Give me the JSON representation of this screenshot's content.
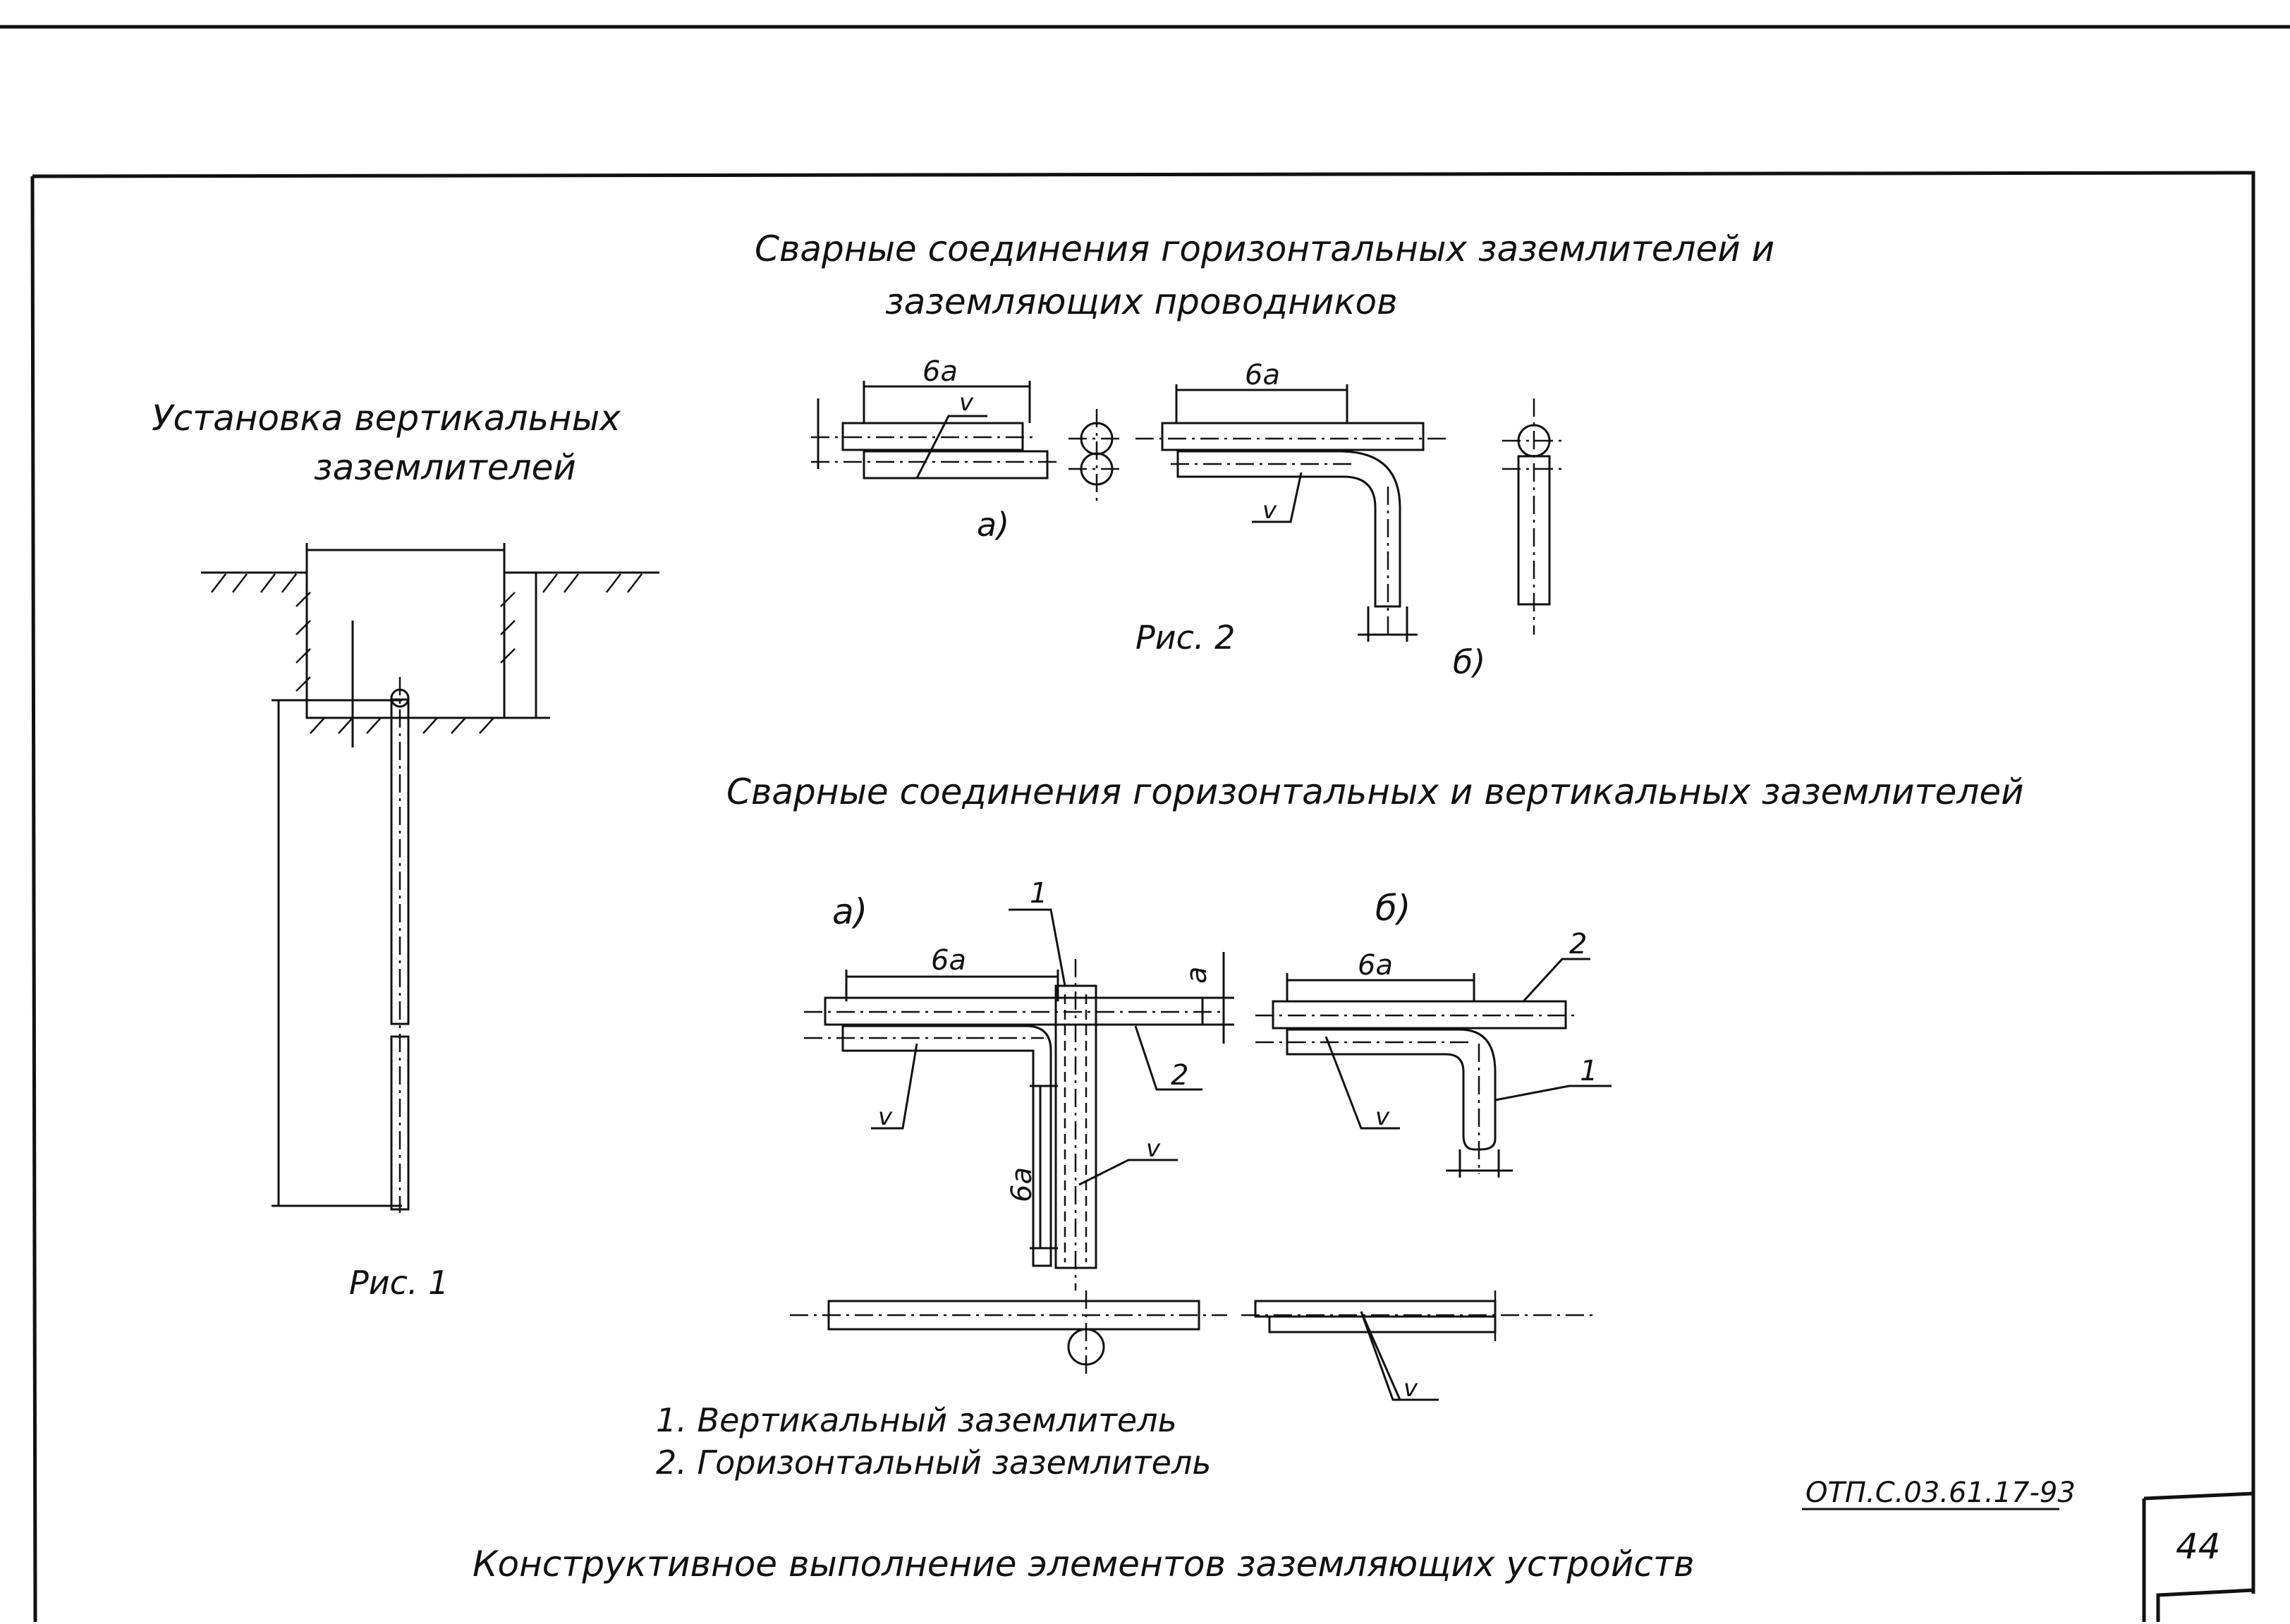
{
  "sheet": {
    "doc_code": "ОТП.С.03.61.17-93",
    "page_number": "44",
    "main_title": "Конструктивное выполнение элементов заземляющих устройств"
  },
  "fig1": {
    "title_line1": "Установка вертикальных",
    "title_line2": "заземлителей",
    "caption": "Рис. 1"
  },
  "fig2": {
    "title_line1": "Сварные соединения горизонтальных заземлителей и",
    "title_line2": "заземляющих проводников",
    "caption": "Рис. 2",
    "dim_a": "6а",
    "dim_b": "6а",
    "weld_mark": "v",
    "variant_a": "а)",
    "variant_b": "б)"
  },
  "fig3": {
    "title": "Сварные соединения горизонтальных и вертикальных заземлителей",
    "variant_a": "а)",
    "variant_b": "б)",
    "dim_a_horizontal": "6а",
    "dim_a_vertical": "6а",
    "dim_a_thickness": "а",
    "dim_b_horizontal": "6а",
    "weld_mark": "v",
    "pos_1": "1",
    "pos_2": "2"
  },
  "legend": {
    "item1": "1. Вертикальный заземлитель",
    "item2": "2. Горизонтальный заземлитель"
  }
}
